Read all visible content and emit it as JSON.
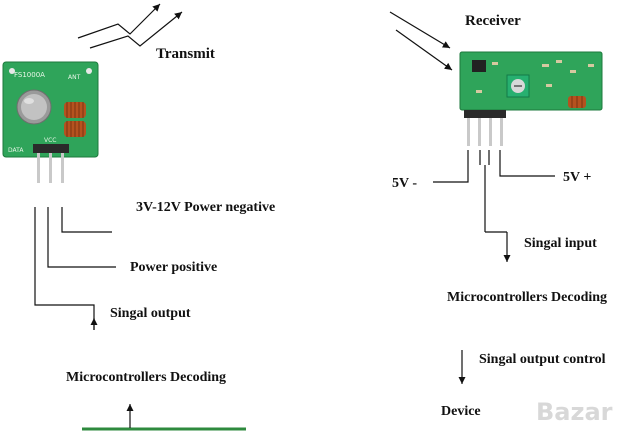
{
  "transmitter": {
    "title": "Transmit",
    "board_markings": [
      "FS1000A",
      "ANT",
      "VCC",
      "DATA"
    ],
    "labels": {
      "power_negative": "3V-12V Power negative",
      "power_positive": "Power positive",
      "signal_output": "Singal output",
      "decoding": "Microcontrollers Decoding"
    }
  },
  "receiver": {
    "title": "Receiver",
    "labels": {
      "vminus": "5V -",
      "vplus": "5V +",
      "signal_input": "Singal input",
      "decoding": "Microcontrollers Decoding",
      "output_control": "Singal output control",
      "device": "Device"
    }
  },
  "watermark": "Bazar",
  "colors": {
    "pcb": "#2fa45a",
    "coil": "#b5521f",
    "pin": "#c9c9c9",
    "ink": "#111111"
  },
  "icons": [
    "signal-arrow-icon",
    "crystal-icon",
    "coil-icon",
    "potentiometer-icon",
    "chip-icon"
  ]
}
